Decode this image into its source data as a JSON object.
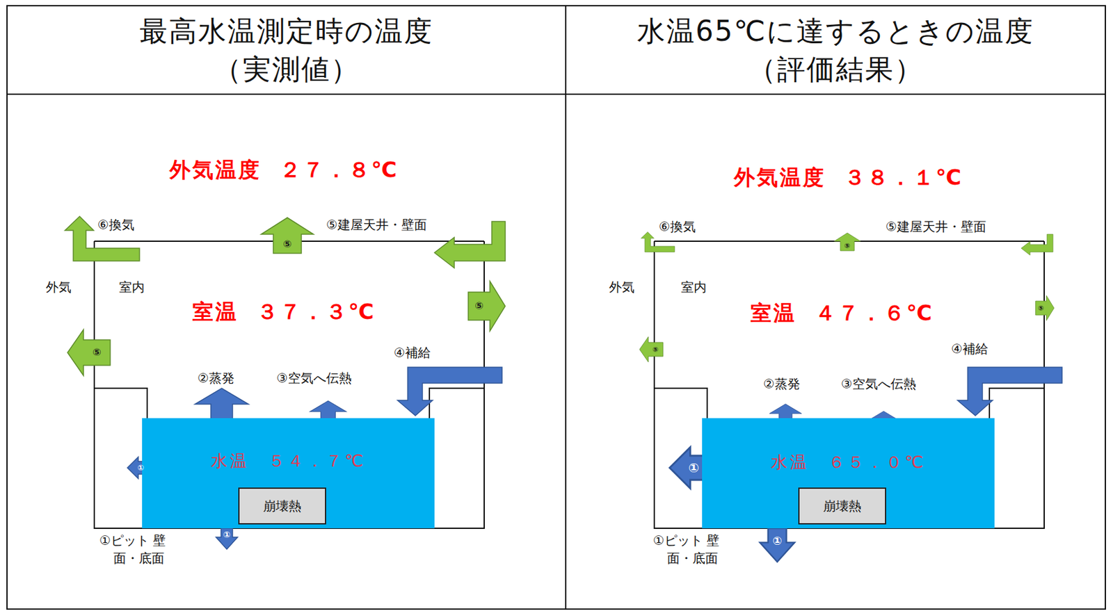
{
  "diagram": {
    "nodes": [
      {
        "text": [
          "最高水温測定時の温度 （実測値）"
        ]
      },
      {
        "text": [
          "水温65℃に達するときの温度 （評価結果）"
        ]
      },
      {
        "text": [
          "水温 ５４．７℃"
        ]
      },
      {
        "text": [
          "崩壊熱"
        ],
        "in": 2
      },
      {
        "text": [
          "水温 ６５．０℃"
        ]
      },
      {
        "text": [
          "崩壊熱"
        ],
        "in": 4
      }
    ],
    "labels": [
      "外気温度 ２７．８℃",
      "⑥換気",
      "⑤建屋天井・壁面",
      "外気",
      "室内",
      "室温 ３７．３℃",
      "⑤",
      "⑤",
      "⑤",
      "②蒸発",
      "③空気へ伝熱",
      "④補給",
      "①",
      "①",
      "①ピット 壁面・底面",
      "外気温度 ３８．１℃",
      "⑥換気",
      "⑤建屋天井・壁面",
      "外気",
      "室内",
      "室温 ４７．６℃",
      "⑤",
      "⑤",
      "⑤",
      "②蒸発",
      "③空気へ伝熱",
      "④補給",
      "①",
      "①",
      "①ピット 壁面・底面"
    ]
  }
}
